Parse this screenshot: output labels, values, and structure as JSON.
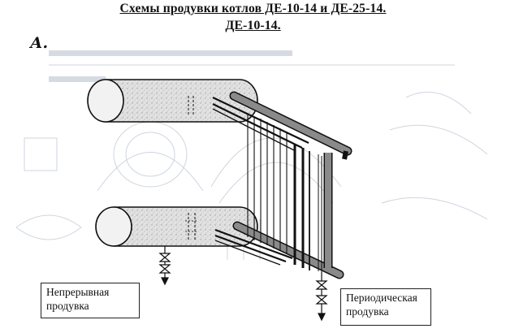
{
  "header": {
    "title": "Схемы продувки котлов ДЕ-10-14 и ДЕ-25-14.",
    "subtitle": "ДЕ-10-14.",
    "section_letter": "А."
  },
  "diagram": {
    "components": [
      {
        "id": "upper-drum",
        "icon": "cylinder-drum"
      },
      {
        "id": "lower-drum",
        "icon": "cylinder-drum"
      },
      {
        "id": "tube-bundle",
        "icon": "boiler-tube-bank"
      },
      {
        "id": "collector-header",
        "icon": "inclined-header-pipe"
      },
      {
        "id": "continuous-blowdown-valve",
        "icon": "valve-icon"
      },
      {
        "id": "periodic-blowdown-valve",
        "icon": "valve-icon"
      }
    ],
    "colors": {
      "ink": "#111111",
      "drum_fill": "#d9d9d9",
      "pipe_fill": "#8a8a8a",
      "ghost": "#c9cfd8"
    }
  },
  "labels": {
    "continuous": [
      "Непрерывная",
      "продувка"
    ],
    "periodic": [
      "Периодическая",
      "продувка"
    ]
  }
}
